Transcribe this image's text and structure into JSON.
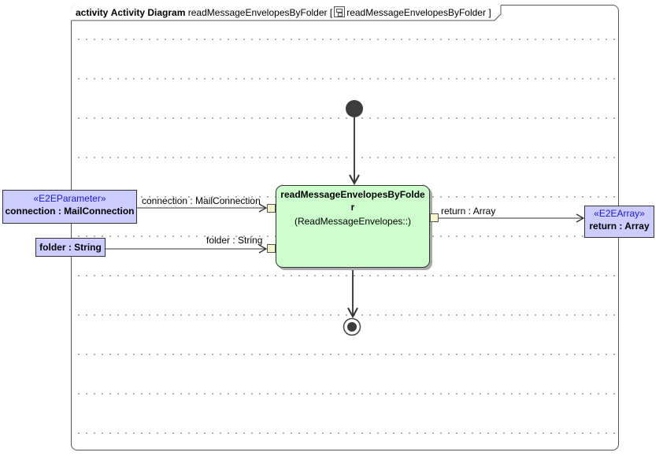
{
  "frame": {
    "kind": "activity",
    "diagram_type": "Activity Diagram",
    "name": "readMessageEnvelopesByFolder",
    "bracket_open": "[",
    "owner": "readMessageEnvelopesByFolder",
    "bracket_close": "]",
    "owner_icon": "activity-diagram-icon"
  },
  "params": {
    "connection": {
      "stereotype": "«E2EParameter»",
      "name": "connection : MailConnection"
    },
    "folder": {
      "name": "folder : String"
    },
    "result": {
      "stereotype": "«E2EArray»",
      "name": "return : Array"
    }
  },
  "action": {
    "title": "readMessageEnvelopesByFolder",
    "behavior": "(ReadMessageEnvelopes::)"
  },
  "edges": {
    "connection_label": "connection : MailConnection",
    "folder_label": "folder : String",
    "return_label": "return : Array"
  },
  "colors": {
    "parameter_fill": "#ccccff",
    "action_fill": "#ccffcc",
    "stereotype_text": "#1a1ac8",
    "pin_fill": "#f4f4d0"
  }
}
